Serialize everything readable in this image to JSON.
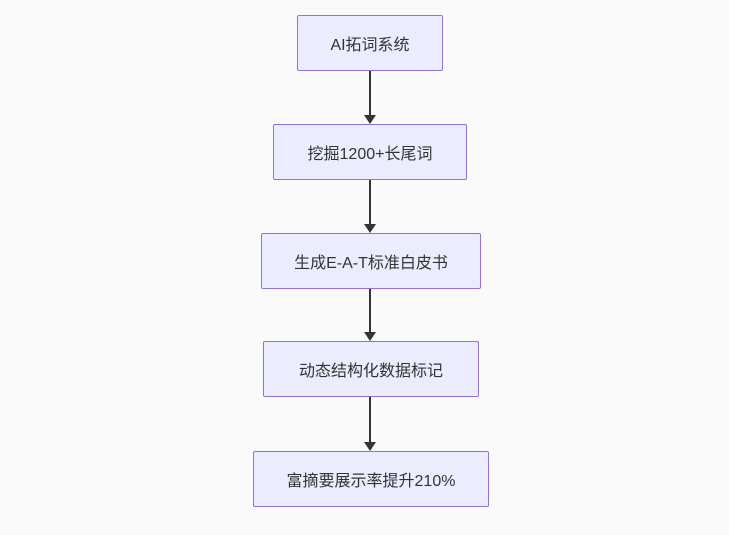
{
  "diagram": {
    "type": "flowchart-top-down",
    "background_color": "#fafafa",
    "node_fill_color": "#ECECFF",
    "node_border_color": "#9370DB",
    "node_text_color": "#333333",
    "arrow_color": "#333333",
    "nodes": [
      {
        "label": "AI拓词系统"
      },
      {
        "label": "挖掘1200+长尾词"
      },
      {
        "label": "生成E-A-T标准白皮书"
      },
      {
        "label": "动态结构化数据标记"
      },
      {
        "label": "富摘要展示率提升210%"
      }
    ],
    "edges": [
      {
        "from": 0,
        "to": 1,
        "direction": "down"
      },
      {
        "from": 1,
        "to": 2,
        "direction": "down"
      },
      {
        "from": 2,
        "to": 3,
        "direction": "down"
      },
      {
        "from": 3,
        "to": 4,
        "direction": "down"
      }
    ]
  }
}
